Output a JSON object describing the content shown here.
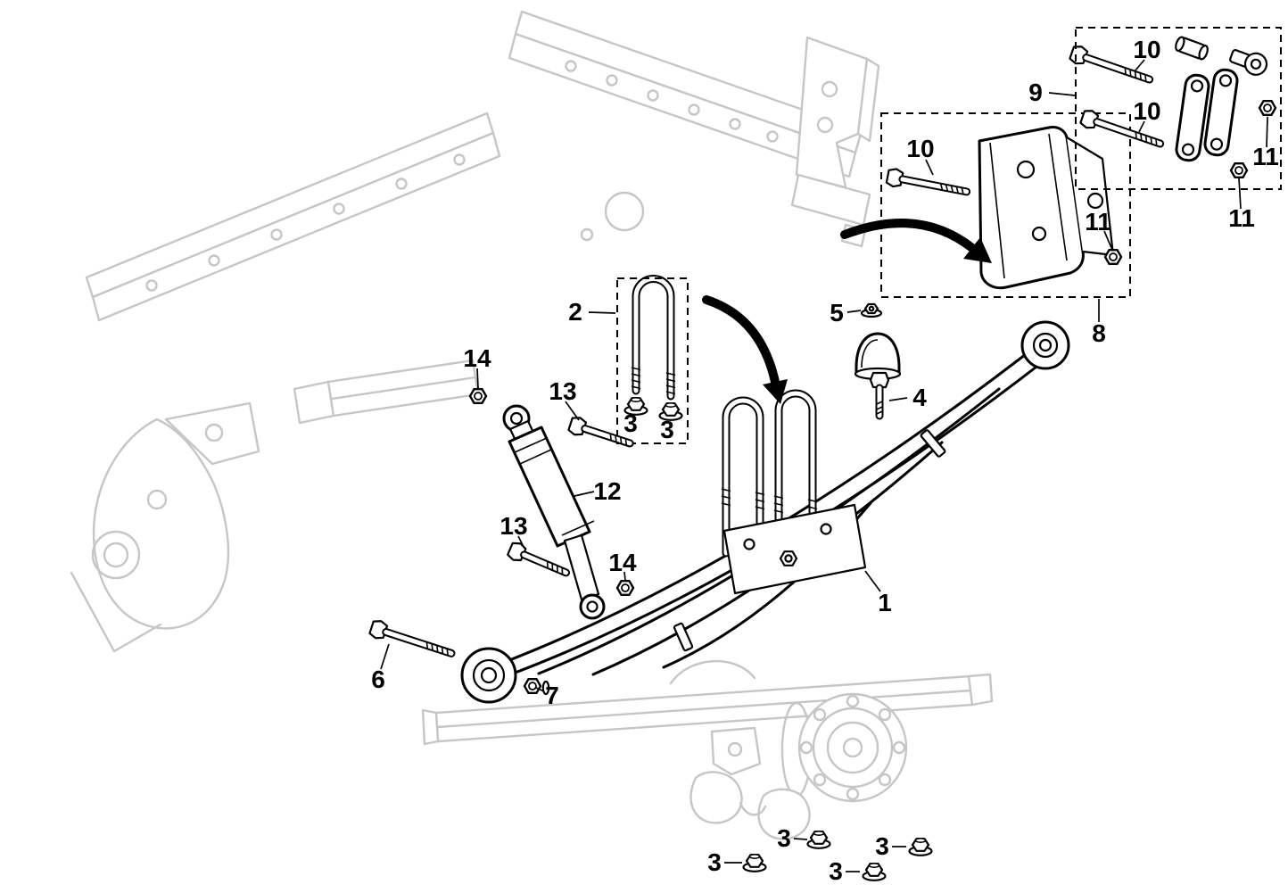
{
  "colors": {
    "part_outline": "#000000",
    "frame_outline": "#c6c6c6",
    "background": "#ffffff"
  },
  "labels": {
    "p1": "1",
    "p2": "2",
    "p3": "3",
    "p4": "4",
    "p5": "5",
    "p6": "6",
    "p7": "7",
    "p8": "8",
    "p9": "9",
    "p10": "10",
    "p11": "11",
    "p12": "12",
    "p13": "13",
    "p14": "14"
  }
}
